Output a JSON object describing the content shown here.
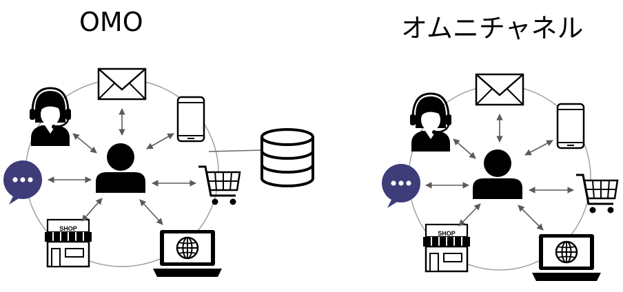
{
  "titles": {
    "left": "OMO",
    "right": "オムニチャネル"
  },
  "labels": {
    "shop": "SHOP"
  },
  "icons": [
    "envelope-icon",
    "smartphone-icon",
    "cart-icon",
    "laptop-globe-icon",
    "shop-icon",
    "chat-bubble-icon",
    "operator-headset-icon",
    "person-icon",
    "database-icon"
  ],
  "colors": {
    "chat": "#3f3c7a",
    "ink": "#000000",
    "ring": "#9a9a9a",
    "arrow": "#5a5a5a"
  }
}
